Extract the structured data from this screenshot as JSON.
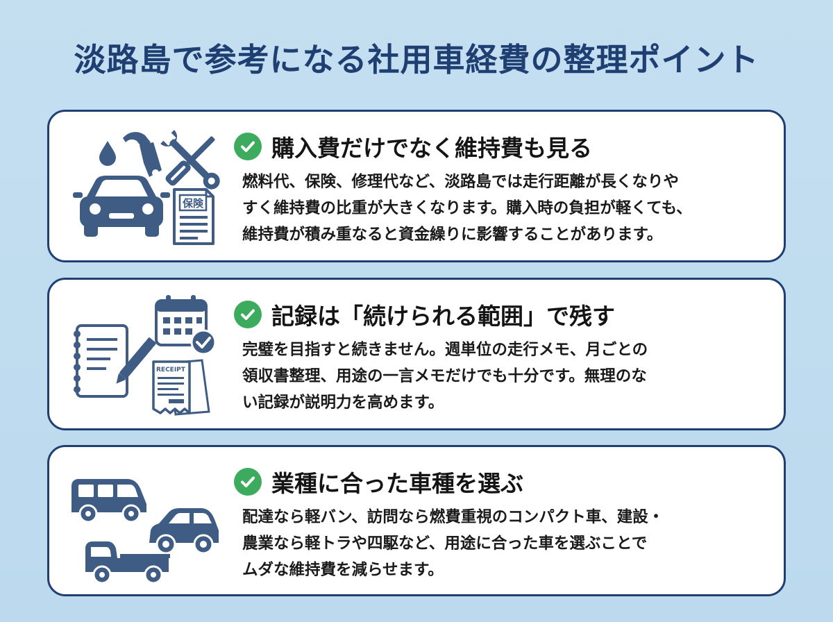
{
  "title": "淡路島で参考になる社用車経費の整理ポイント",
  "colors": {
    "navy": "#1f3e72",
    "icon_blue": "#3f5c85",
    "check_green": "#3dab5e",
    "background": "#c4dff0"
  },
  "cards": [
    {
      "heading": "購入費だけでなく維持費も見る",
      "lines": [
        "燃料代、保険、修理代など、淡路島では走行距離が長くなりや",
        "すく維持費の比重が大きくなります。購入時の負担が軽くても、",
        "維持費が積み重なると資金繰りに影響することがあります。"
      ],
      "icons": [
        "fuel-drop-icon",
        "fuel-nozzle-icon",
        "wrench-screwdriver-icon",
        "car-icon",
        "insurance-document-icon"
      ],
      "icon_labels": {
        "insurance": "保険"
      }
    },
    {
      "heading": "記録は「続けられる範囲」で残す",
      "lines": [
        "完璧を目指すと続きません。週単位の走行メモ、月ごとの",
        "領収書整理、用途の一言メモだけでも十分です。無理のな",
        "い記録が説明力を高めます。"
      ],
      "icons": [
        "notebook-pen-icon",
        "calendar-check-icon",
        "receipts-icon"
      ],
      "icon_labels": {
        "receipt": "RECEIPT"
      }
    },
    {
      "heading": "業種に合った車種を選ぶ",
      "lines": [
        "配達なら軽バン、訪問なら燃費重視のコンパクト車、建設・",
        "農業なら軽トラや四駆など、用途に合った車を選ぶことで",
        "ムダな維持費を減らせます。"
      ],
      "icons": [
        "van-icon",
        "compact-car-icon",
        "pickup-truck-icon"
      ]
    }
  ]
}
